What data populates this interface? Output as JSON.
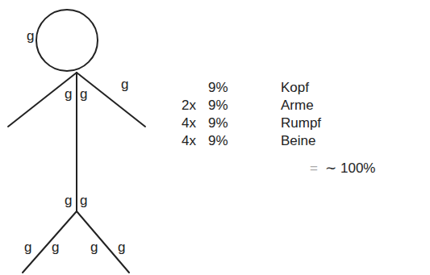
{
  "diagram": {
    "labels": [
      "g",
      "g",
      "g",
      "g",
      "g",
      "g",
      "g",
      "g",
      "g",
      "g",
      "9%",
      "Kopf",
      "2x",
      "9%",
      "Arme",
      "4x",
      "9%",
      "Rumpf",
      "4x",
      "9%",
      "Beine",
      "=",
      "∼ 100%"
    ]
  }
}
